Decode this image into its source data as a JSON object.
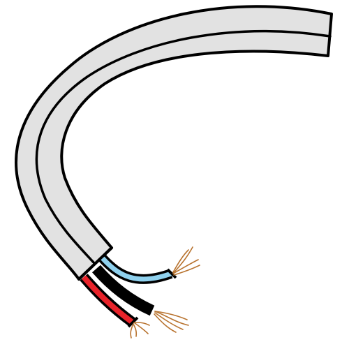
{
  "illustration": {
    "subject": "flat-twin-and-earth-cable",
    "colors": {
      "sheath": "#e2e2e2",
      "outline": "#000000",
      "live_insulation": "#e8232a",
      "neutral_insulation": "#000000",
      "earth_insulation": "#8fd1ee",
      "copper_strands": "#b8732f"
    },
    "cores": [
      {
        "name": "live",
        "color": "#e8232a"
      },
      {
        "name": "earth",
        "color": "#8fd1ee"
      },
      {
        "name": "neutral",
        "color": "#000000"
      }
    ]
  }
}
